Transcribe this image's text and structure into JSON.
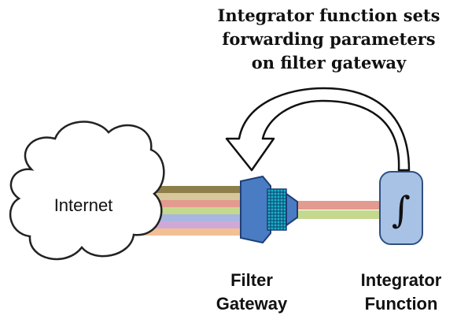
{
  "title": {
    "lines": [
      "Integrator function sets",
      "forwarding parameters",
      "on filter gateway"
    ]
  },
  "cloud": {
    "label": "Internet"
  },
  "filter_gateway": {
    "label_lines": [
      "Filter",
      "Gateway"
    ]
  },
  "integrator": {
    "label_lines": [
      "Integrator",
      "Function"
    ],
    "symbol": "∫"
  },
  "colors": {
    "gateway_fill": "#4a7cc4",
    "gateway_stroke": "#1f3f75",
    "integrator_fill": "#a8c2e6",
    "integrator_stroke": "#2f4f80",
    "mesh": "#1bb3c9",
    "left_bands": [
      "#8e7f4a",
      "#d8c79a",
      "#e39a8f",
      "#c5d98e",
      "#a9b6e0",
      "#cfa9d6",
      "#f2c094"
    ],
    "right_bands": [
      "#e39a8f",
      "#c5d98e"
    ]
  }
}
